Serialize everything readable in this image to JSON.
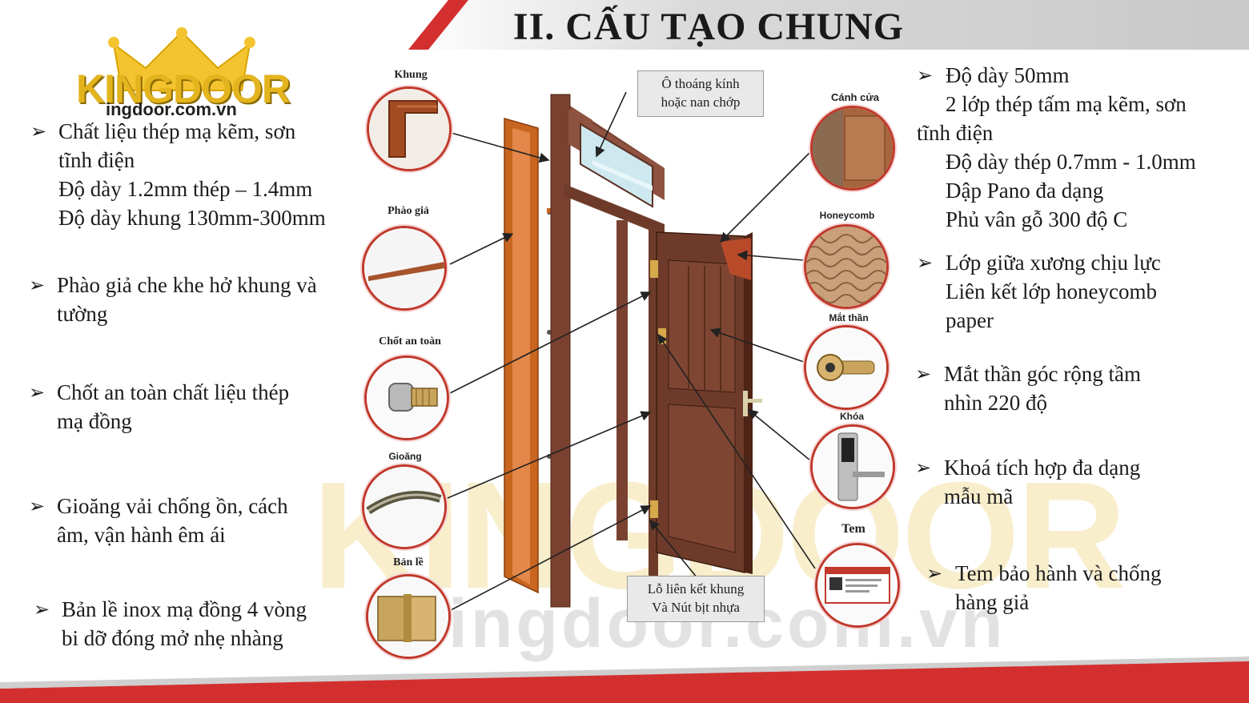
{
  "header": {
    "title": "II. CẤU TẠO CHUNG"
  },
  "logo": {
    "brand": "KINGDOOR",
    "url": "ingdoor.com.vn"
  },
  "watermark": {
    "brand": "KINGDOOR",
    "url": "ingdoor.com.vn"
  },
  "left_bullets": [
    {
      "lines": [
        "Chất liệu thép mạ kẽm, sơn",
        "tĩnh điện",
        "Độ dày 1.2mm thép – 1.4mm",
        "Độ dày khung 130mm-300mm"
      ]
    },
    {
      "lines": [
        "Phào giả che khe hở khung và",
        "tường"
      ]
    },
    {
      "lines": [
        "Chốt an toàn chất liệu thép",
        "mạ đồng"
      ]
    },
    {
      "lines": [
        "Gioăng vải chống ồn, cách",
        "âm, vận hành êm ái"
      ]
    },
    {
      "lines": [
        "Bản lề inox mạ đồng 4 vòng",
        "bi dỡ đóng mở nhẹ nhàng"
      ]
    }
  ],
  "right_bullets": [
    {
      "lines": [
        "Độ dày 50mm",
        "2 lớp thép tấm mạ kẽm, sơn",
        "tĩnh điện",
        "Độ dày thép 0.7mm - 1.0mm",
        "Dập Pano đa dạng",
        "Phủ vân gỗ 300 độ C"
      ]
    },
    {
      "lines": [
        "Lớp giữa xương chịu lực",
        "Liên kết lớp honeycomb",
        "paper"
      ]
    },
    {
      "lines": [
        "Mắt thần góc rộng tầm",
        "nhìn 220 độ"
      ]
    },
    {
      "lines": [
        "Khoá tích hợp đa dạng",
        "mẫu mã"
      ]
    },
    {
      "lines": [
        "Tem bảo hành và chống",
        "hàng giả"
      ]
    }
  ],
  "left_parts": [
    "Khung",
    "Phào giả",
    "Chốt an toàn",
    "Gioăng",
    "Bản lề"
  ],
  "right_parts": [
    "Cánh cửa",
    "Honeycomb",
    "Mắt thần",
    "Khóa",
    "Tem"
  ],
  "callouts": {
    "top": [
      "Ô thoáng kính",
      "hoặc nan chớp"
    ],
    "bottom": [
      "Lỗ liên kết khung",
      "Và Nút bịt nhựa"
    ]
  },
  "colors": {
    "accent_red": "#c0392b",
    "brand_gold": "#e3b41e",
    "door_brown": "#6e3b2a",
    "frame_orange": "#c8651f"
  }
}
